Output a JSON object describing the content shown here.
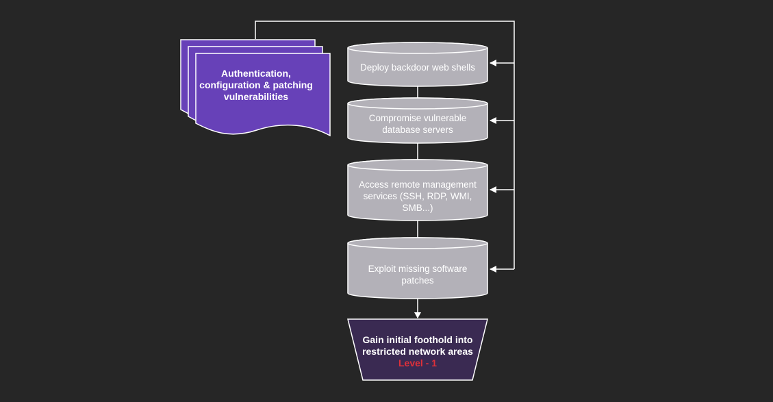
{
  "diagram": {
    "document_stack": {
      "label": "Authentication,\nconfiguration & patching\nvulnerabilities",
      "fill": "#6741b8"
    },
    "steps": [
      {
        "label": "Deploy backdoor web shells"
      },
      {
        "label": "Compromise vulnerable database servers"
      },
      {
        "label": "Access remote management services (SSH, RDP, WMI, SMB...)"
      },
      {
        "label": "Exploit missing software patches"
      }
    ],
    "goal": {
      "title": "Gain initial foothold into restricted network areas",
      "level": "Level - 1",
      "fill": "#3a2a52",
      "level_color": "#e0303a"
    },
    "colors": {
      "background": "#262626",
      "cylinder_fill": "#b3b1b8",
      "stroke": "#ffffff"
    }
  }
}
